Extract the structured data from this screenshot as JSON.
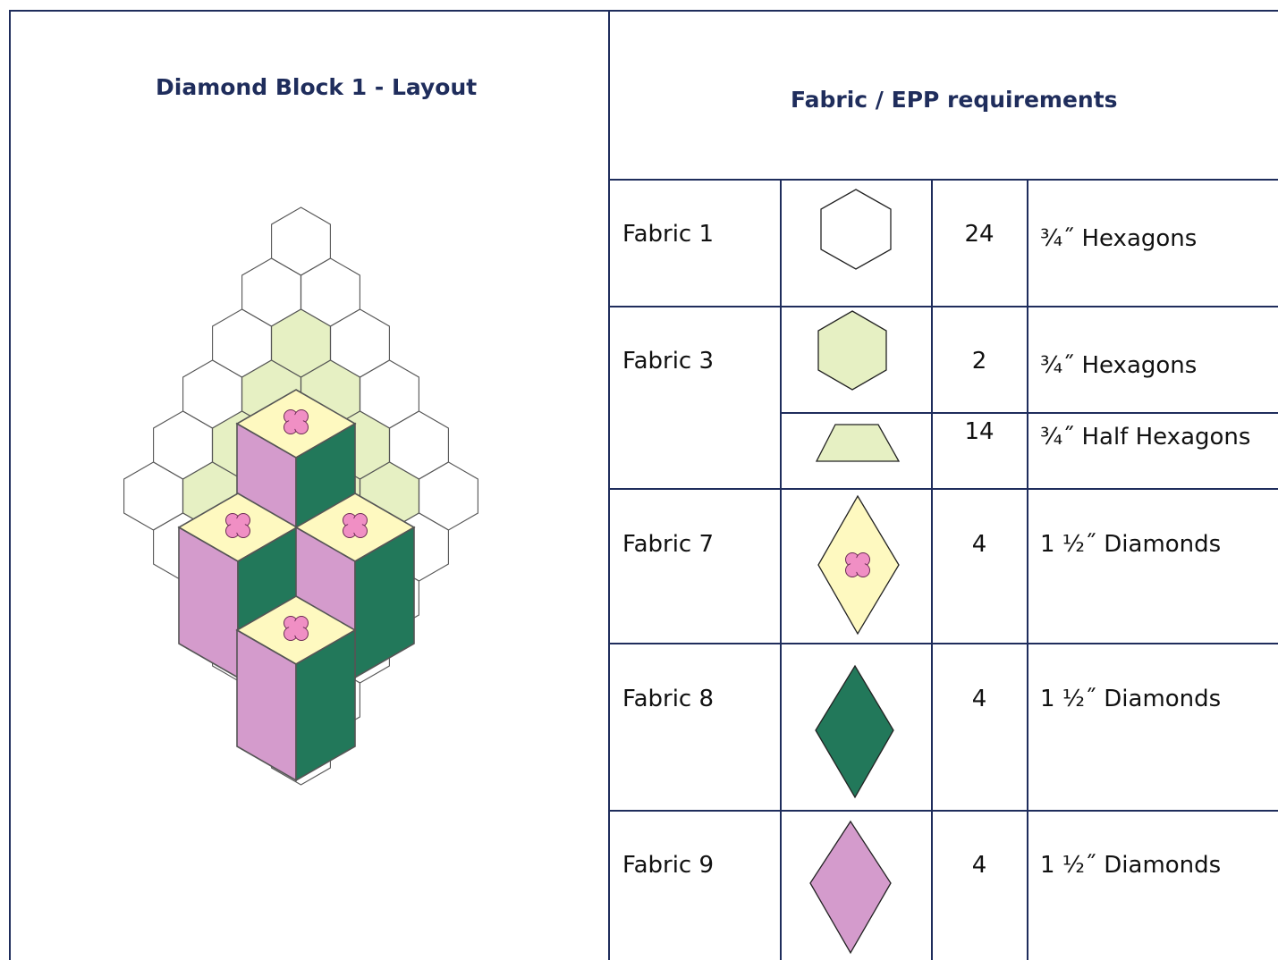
{
  "layout_panel": {
    "title": "Diamond Block 1  - Layout"
  },
  "requirements_panel": {
    "title": "Fabric  / EPP requirements",
    "rows": [
      {
        "fabric": "Fabric 1",
        "shape": "hexagon",
        "color": "#ffffff",
        "count": "24",
        "desc": "¾˝ Hexagons"
      },
      {
        "fabric": "Fabric 3",
        "shape": "hexagon",
        "color": "#e6f0c3",
        "count": "2",
        "desc": "¾˝ Hexagons"
      },
      {
        "fabric": "",
        "shape": "half-hexagon",
        "color": "#e6f0c3",
        "count": "14",
        "desc": "¾˝ Half Hexagons"
      },
      {
        "fabric": "Fabric 7",
        "shape": "diamond-with-flower",
        "color": "#fef9c0",
        "count": "4",
        "desc": "1 ½˝ Diamonds"
      },
      {
        "fabric": "Fabric 8",
        "shape": "diamond",
        "color": "#22785a",
        "count": "4",
        "desc": "1 ½˝ Diamonds"
      },
      {
        "fabric": "Fabric 9",
        "shape": "diamond",
        "color": "#d49bcc",
        "count": "4",
        "desc": "1 ½˝ Diamonds"
      }
    ]
  },
  "colors": {
    "border": "#1f2d5c",
    "title": "#1f2d5c",
    "fabric1_white": "#ffffff",
    "fabric3_lime": "#e6f0c3",
    "fabric7_yellow": "#fef9c0",
    "fabric8_green": "#22785a",
    "fabric9_pink": "#d49bcc",
    "flower_pink": "#f08fc4"
  }
}
